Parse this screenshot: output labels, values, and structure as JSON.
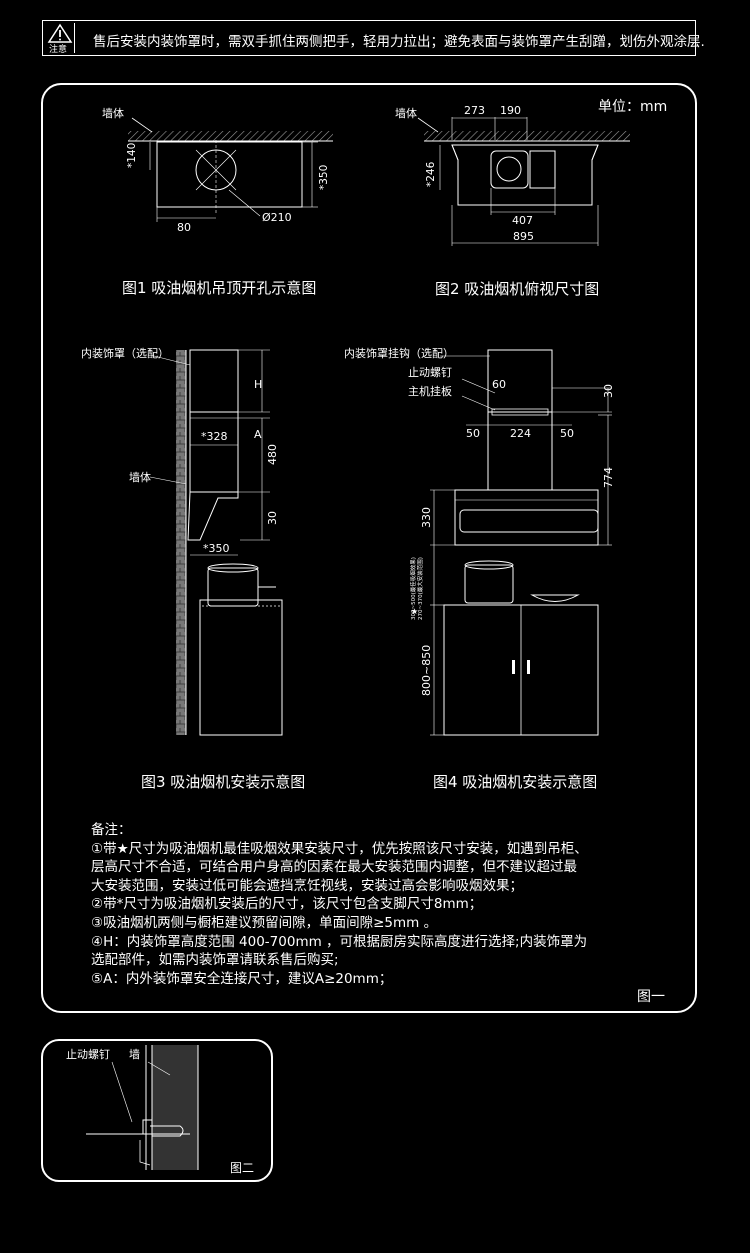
{
  "warning": {
    "label": "注意",
    "text": "售后安装内装饰罩时，需双手抓住两侧把手，轻用力拉出；避免表面与装饰罩产生刮蹭，划伤外观涂层."
  },
  "unit": "单位：mm",
  "fig1": {
    "caption": "图1 吸油烟机吊顶开孔示意图",
    "wall": "墙体",
    "dim_140": "*140",
    "dim_350": "*350",
    "dim_80": "80",
    "dim_210": "Ø210"
  },
  "fig2": {
    "caption": "图2 吸油烟机俯视尺寸图",
    "wall": "墙体",
    "dim_273": "273",
    "dim_190": "190",
    "dim_246": "*246",
    "dim_407": "407",
    "dim_895": "895"
  },
  "fig3": {
    "caption": "图3 吸油烟机安装示意图",
    "inner_cover": "内装饰罩（选配）",
    "wall": "墙体",
    "dim_H": "H",
    "dim_A": "A",
    "dim_328": "*328",
    "dim_480": "480",
    "dim_30": "30",
    "dim_350": "*350"
  },
  "fig4": {
    "caption": "图4 吸油烟机安装示意图",
    "hook": "内装饰罩挂钩（选配）",
    "screw": "止动螺钉",
    "plate": "主机挂板",
    "dim_60": "60",
    "dim_30": "30",
    "dim_50a": "50",
    "dim_224": "224",
    "dim_50b": "50",
    "dim_774": "774",
    "dim_330": "330",
    "range_small1": "300~500(最佳吸烟效果)",
    "range_small2": "270~370(最大安装范围)",
    "dim_800": "800~850"
  },
  "notes": {
    "title": "备注：",
    "lines": [
      "①带★尺寸为吸油烟机最佳吸烟效果安装尺寸，优先按照该尺寸安装，如遇到吊柜、",
      "层高尺寸不合适，可结合用户身高的因素在最大安装范围内调整，但不建议超过最",
      "大安装范围，安装过低可能会遮挡烹饪视线，安装过高会影响吸烟效果；",
      "②带*尺寸为吸油烟机安装后的尺寸，该尺寸包含支脚尺寸8mm；",
      "③吸油烟机两侧与橱柜建议预留间隙，单面间隙≥5mm 。",
      "④H：内装饰罩高度范围 400-700mm ，可根据厨房实际高度进行选择;内装饰罩为",
      "选配部件，如需内装饰罩请联系售后购买;",
      "⑤A：内外装饰罩安全连接尺寸，建议A≥20mm；"
    ]
  },
  "figure_one_label": "图一",
  "inset": {
    "screw": "止动螺钉",
    "wall": "墙",
    "label": "图二"
  }
}
